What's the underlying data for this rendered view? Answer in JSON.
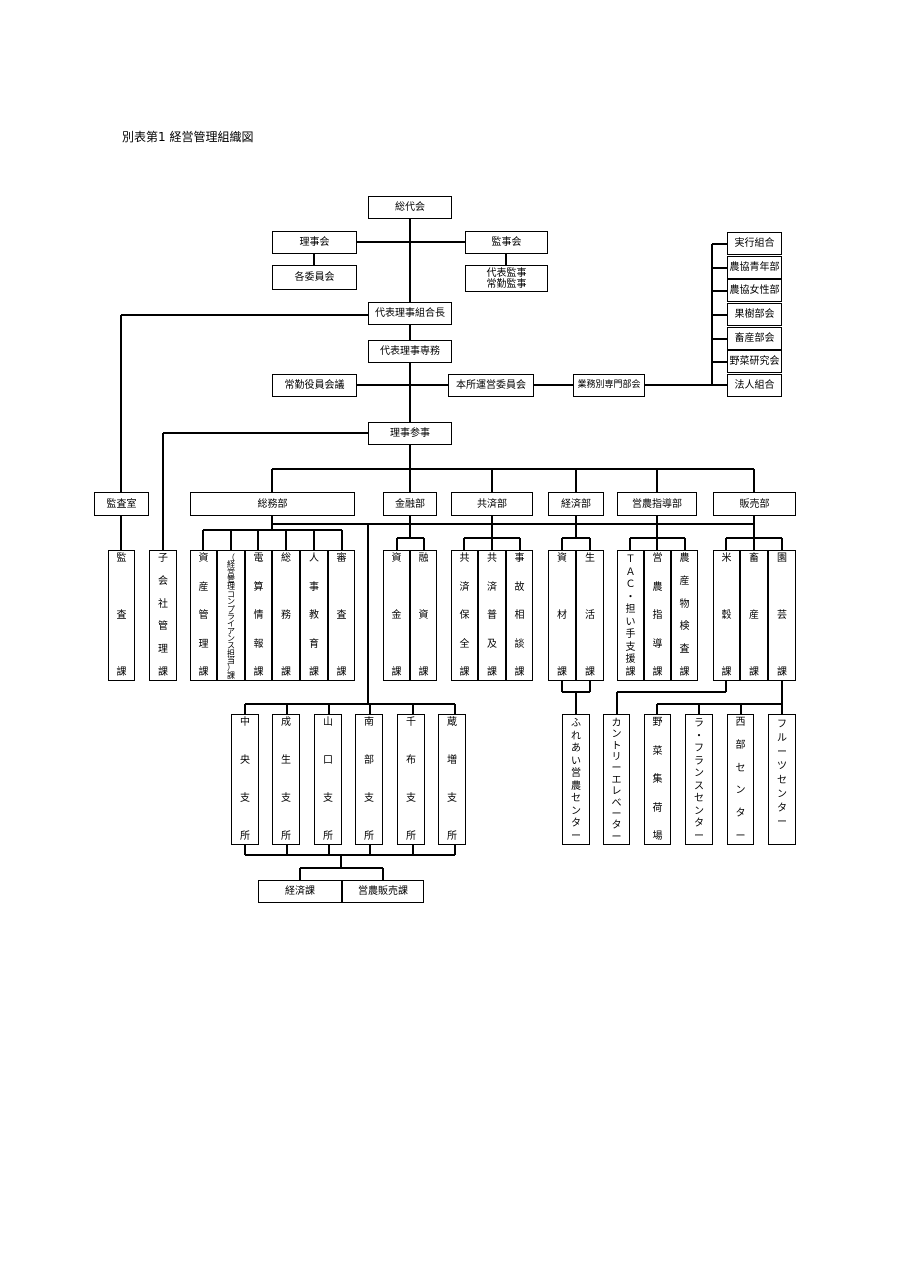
{
  "title": "別表第1  経営管理組織図",
  "top": {
    "soudaikai": "総代会",
    "rijikai": "理事会",
    "kakuiinkai": "各委員会",
    "kanjikai": "監事会",
    "daihyo_kanji": "代表監事",
    "joukin_kanji": "常勤監事",
    "kumiaichou": "代表理事組合長",
    "senmu": "代表理事専務",
    "joukin_yakuin": "常勤役員会議",
    "honsho_unei": "本所運営委員会",
    "gyoumubetsu": "業務別専門部会",
    "sanji": "理事参事",
    "kansashitsu": "監査室"
  },
  "groups": [
    "実行組合",
    "農協青年部",
    "農協女性部",
    "果樹部会",
    "畜産部会",
    "野菜研究会",
    "法人組合"
  ],
  "departments": {
    "soumu": "総務部",
    "kinyu": "金融部",
    "kyosai": "共済部",
    "keizai": "経済部",
    "einou": "営農指導部",
    "hanbai": "販売部"
  },
  "sections": {
    "kansa": "監査課",
    "kogaisha": "子会社管理課",
    "shisan": "資産管理課",
    "compliance": "（経営管理コンプライアンス担当）課",
    "densan": "電算情報課",
    "soumuka": "総務課",
    "jinji": "人事教育課",
    "shinsa": "審査課",
    "shikin": "資金課",
    "yushi": "融資課",
    "kyosai_hozen": "共済保全課",
    "kyosai_fukyu": "共済普及課",
    "jiko": "事故相談課",
    "shizai": "資材課",
    "seikatsu": "生活課",
    "tac": "ＴＡＣ・担い手支援課",
    "einou_shidou": "営農指導課",
    "nousanbutsu": "農産物検査課",
    "beikoku": "米穀課",
    "chikusan": "畜産課",
    "engei": "園芸課"
  },
  "branches": [
    "中央支所",
    "成生支所",
    "山口支所",
    "南部支所",
    "千布支所",
    "蔵増支所"
  ],
  "branch_units": {
    "keizaika": "経済課",
    "einou_hanbai": "営農販売課"
  },
  "facilities": {
    "fureai": "ふれあい営農センター",
    "country": "カントリーエレベーター",
    "yasai": "野菜集荷場",
    "la_france": "ラ・フランスセンター",
    "seibu": "西部センター",
    "fruit": "フルーツセンター"
  }
}
